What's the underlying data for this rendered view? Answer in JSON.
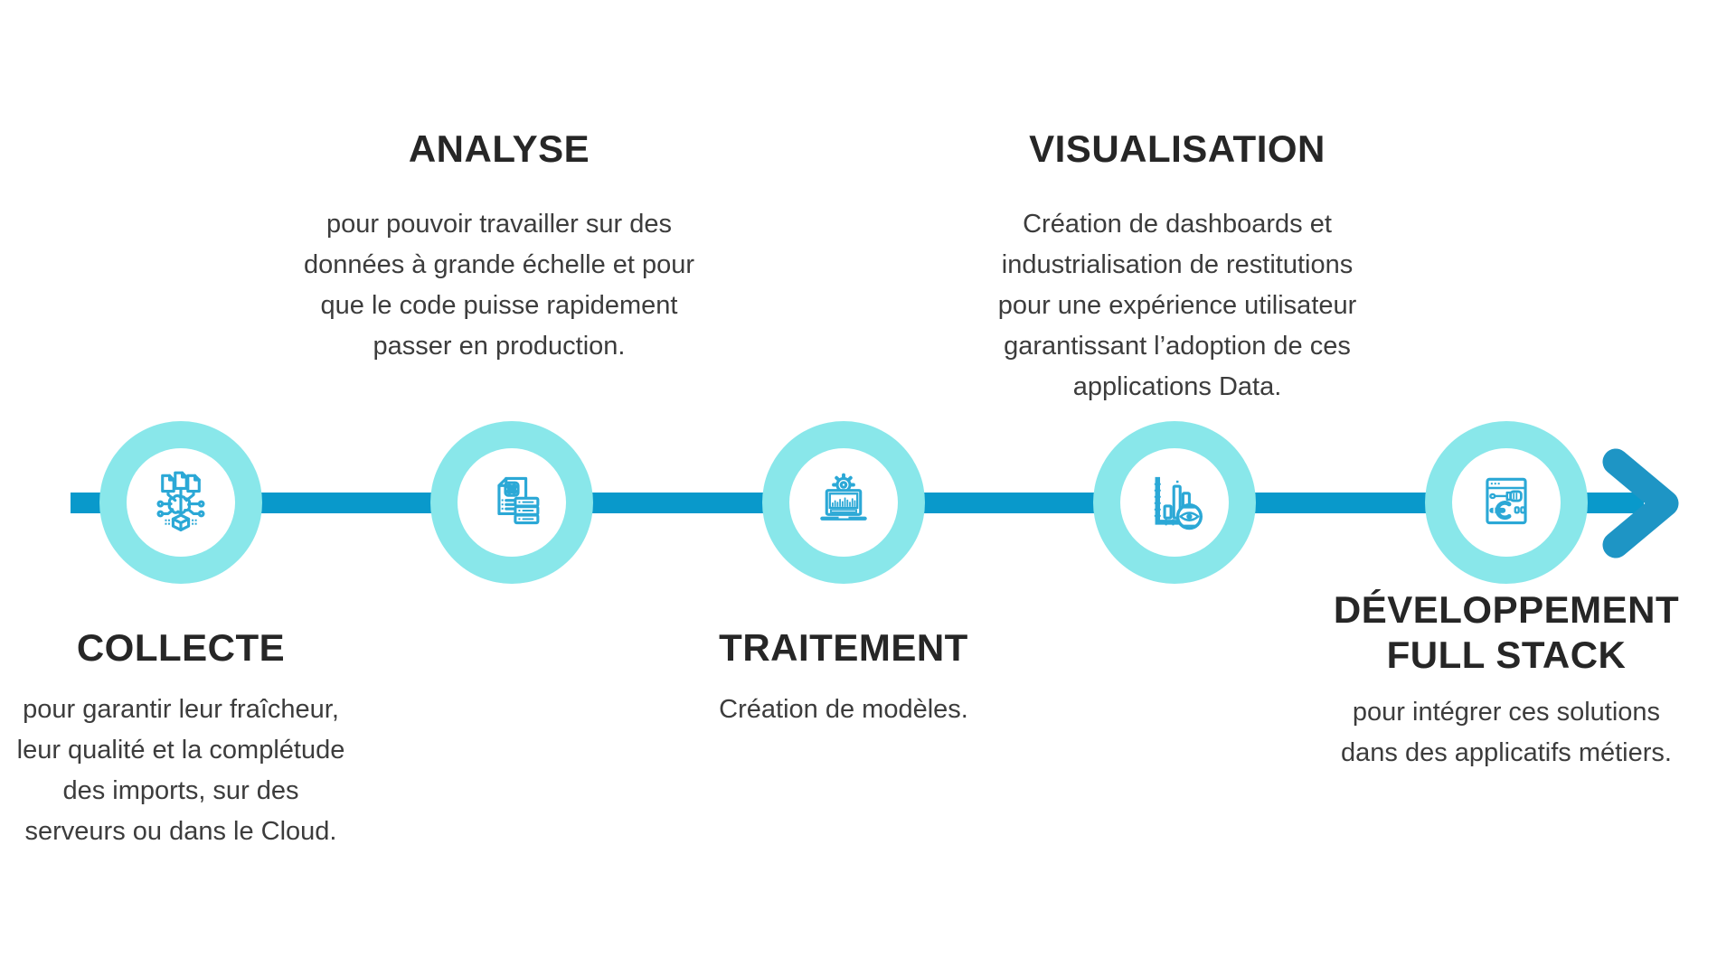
{
  "colors": {
    "bar": "#0999CB",
    "arrowhead": "#1E95C5",
    "circle_outer": "#89E7EA",
    "circle_inner": "#FFFFFF",
    "icon_stroke": "#2BA8D6",
    "title_text": "#262626",
    "body_text": "#3C3C3C"
  },
  "steps": [
    {
      "id": "collecte",
      "title": "COLLECTE",
      "description": "pour garantir leur fraîcheur,\nleur qualité et la complétude\ndes imports, sur des\nserveurs ou dans le Cloud.",
      "label_position": "below",
      "icon": "documents-network-cube-icon"
    },
    {
      "id": "analyse",
      "title": "ANALYSE",
      "description": "pour pouvoir travailler sur des\ndonnées à grande échelle et pour\nque le code puisse rapidement\npasser en production.",
      "label_position": "above",
      "icon": "document-atom-servers-icon"
    },
    {
      "id": "traitement",
      "title": "TRAITEMENT",
      "description": "Création de modèles.",
      "label_position": "below",
      "icon": "laptop-gear-chart-icon"
    },
    {
      "id": "visualisation",
      "title": "VISUALISATION",
      "description": "Création de dashboards et\nindustrialisation de restitutions\npour une expérience utilisateur\ngarantissant l’adoption de ces\napplications Data.",
      "label_position": "above",
      "icon": "bar-chart-eye-icon"
    },
    {
      "id": "developpement-full-stack",
      "title": "DÉVELOPPEMENT\nFULL STACK",
      "description": "pour intégrer ces solutions\ndans des applicatifs métiers.",
      "label_position": "below",
      "icon": "browser-tools-icon"
    }
  ]
}
